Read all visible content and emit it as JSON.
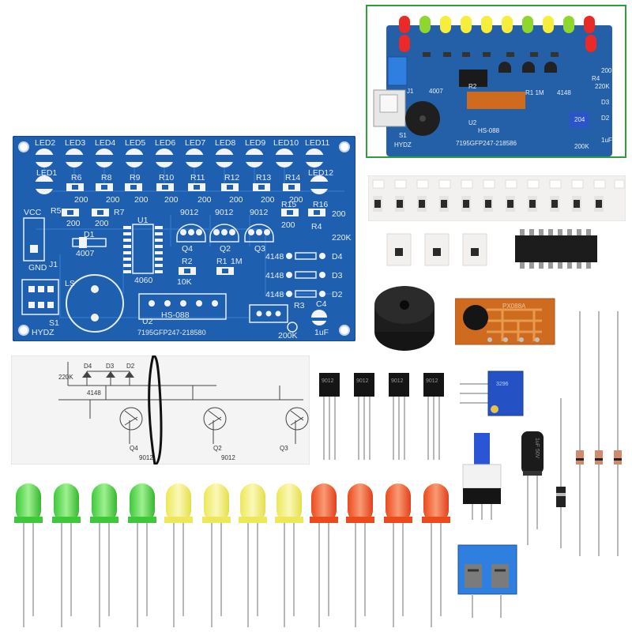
{
  "pcb": {
    "led_labels": [
      "LED2",
      "LED3",
      "LED4",
      "LED5",
      "LED6",
      "LED7",
      "LED8",
      "LED9",
      "LED10",
      "LED11"
    ],
    "led1": "LED1",
    "led12": "LED12",
    "resistors_top": [
      "R6",
      "R8",
      "R9",
      "R10",
      "R11",
      "R12",
      "R13",
      "R14"
    ],
    "r5": "R5",
    "r7": "R7",
    "r15": "R15",
    "r16": "R16",
    "val_200": "200",
    "val_220k": "220K",
    "vcc": "VCC",
    "gnd": "GND",
    "j1": "J1",
    "d1": "D1",
    "d1_val": "4007",
    "u1": "U1",
    "u1_val": "4060",
    "transistor_type": "9012",
    "q_labels": [
      "Q4",
      "Q2",
      "Q3"
    ],
    "r2": "R2",
    "r2_val": "10K",
    "r1": "R1",
    "r1_val": "1M",
    "r4": "R4",
    "diode_type": "4148",
    "diode_labels": [
      "D4",
      "D3",
      "D2"
    ],
    "r3": "R3",
    "r3_val": "200K",
    "c4": "C4",
    "c4_val": "1uF",
    "ls": "LS",
    "s1": "S1",
    "hydz": "HYDZ",
    "u2": "U2",
    "u2_val": "HS-088",
    "board_code": "7195GFP247-218580"
  },
  "inset": {
    "board_code": "7195GFP247-218586",
    "u2_val": "HS-088",
    "u2": "U2",
    "s1": "S1",
    "hydz": "HYDZ",
    "r2": "R2",
    "r1": "R1 1M",
    "diode": "4148",
    "d3": "D3",
    "d2": "D2",
    "r4": "R4",
    "val_220k": "220K",
    "val_200": "200",
    "val_200k": "200K",
    "c_val": "1uF",
    "j1": "J1",
    "d1_val": "4007",
    "trimmer_val": "204"
  },
  "module": {
    "code": "PX088A"
  },
  "schematic": {
    "labels": [
      "D4",
      "D3",
      "D2"
    ],
    "diode": "4148",
    "res": "220K",
    "transistor": "9012",
    "q": [
      "Q4",
      "Q2",
      "Q3"
    ]
  },
  "transistor_marking": "9012",
  "trimmer_marking": "3296",
  "capacitor_marking": "1uF 50V",
  "led_colors": {
    "green": "#4cd24a",
    "yellow": "#f4f07a",
    "red": "#f05a2a",
    "pcb_blue": "#1f5fb0"
  }
}
